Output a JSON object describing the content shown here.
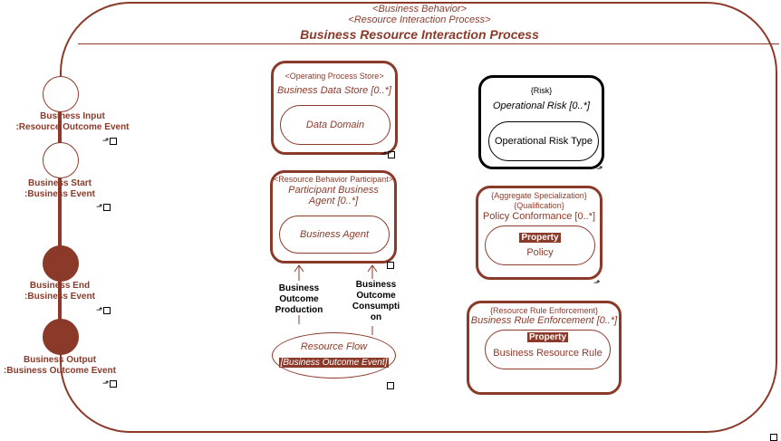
{
  "header": {
    "stereotype1": "<Business Behavior>",
    "stereotype2": "<Resource Interaction Process>",
    "title": "Business Resource Interaction Process"
  },
  "events": [
    {
      "label1": "Business Input",
      "label2": ":Resource Outcome Event"
    },
    {
      "label1": "Business Start",
      "label2": ":Business Event"
    },
    {
      "label1": "Business End",
      "label2": ":Business Event"
    },
    {
      "label1": "Business Output",
      "label2": ":Business Outcome Event"
    }
  ],
  "store": {
    "stereotype": "<Operating Process Store>",
    "name": "Business Data Store [0..*]",
    "inner": "Data Domain"
  },
  "participant": {
    "stereotype": "<Resource Behavior Participant>",
    "name1": "Participant Business",
    "name2": "Agent [0..*]",
    "inner": "Business Agent"
  },
  "flows": {
    "production": [
      "Business",
      "Outcome",
      "Production"
    ],
    "consumption": [
      "Business",
      "Outcome",
      "Consumpti",
      "on"
    ]
  },
  "resource_flow": {
    "name": "Resource Flow",
    "type": "[Business Outcome Event]"
  },
  "risk": {
    "stereotype": "{Risk}",
    "name": "Operational Risk [0..*]",
    "inner": "Operational Risk Type"
  },
  "policy": {
    "stereotype1": "{Aggregate Specialization}",
    "stereotype2": "{Qualification}",
    "name": "Policy Conformance [0..*]",
    "badge": "Property",
    "inner": "Policy"
  },
  "rule": {
    "stereotype": "{Resource Rule Enforcement}",
    "name": "Business Rule Enforcement [0..*]",
    "badge": "Property",
    "inner": "Business Resource Rule"
  }
}
